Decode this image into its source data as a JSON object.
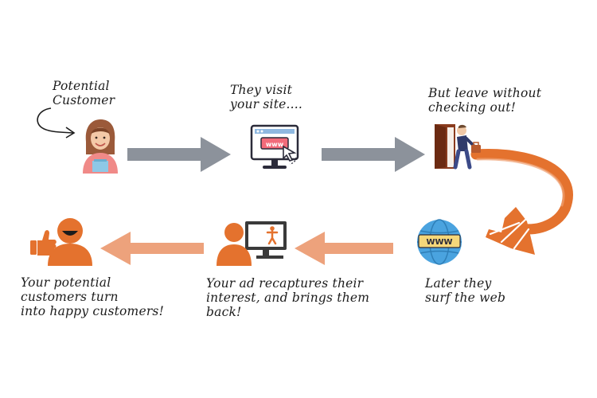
{
  "steps": {
    "potential_customer": "Potential\nCustomer",
    "visit_site": "They visit\nyour site....",
    "leave": "But leave without\nchecking out!",
    "surf_web": "Later they\nsurf the web",
    "ad_recaptures": "Your ad recaptures their\ninterest, and brings them\nback!",
    "happy_customers": "Your potential\ncustomers turn\ninto happy customers!"
  },
  "icons": {
    "customer": "woman-customer-icon",
    "website": "monitor-www-icon",
    "leaving": "man-leaving-door-icon",
    "web": "globe-www-icon",
    "ad": "person-monitor-ad-icon",
    "happy": "thumbs-up-person-icon"
  },
  "colors": {
    "gray_arrow": "#8c929b",
    "orange": "#e4722e",
    "light_orange": "#eda27c",
    "text": "#1c1c1c"
  }
}
